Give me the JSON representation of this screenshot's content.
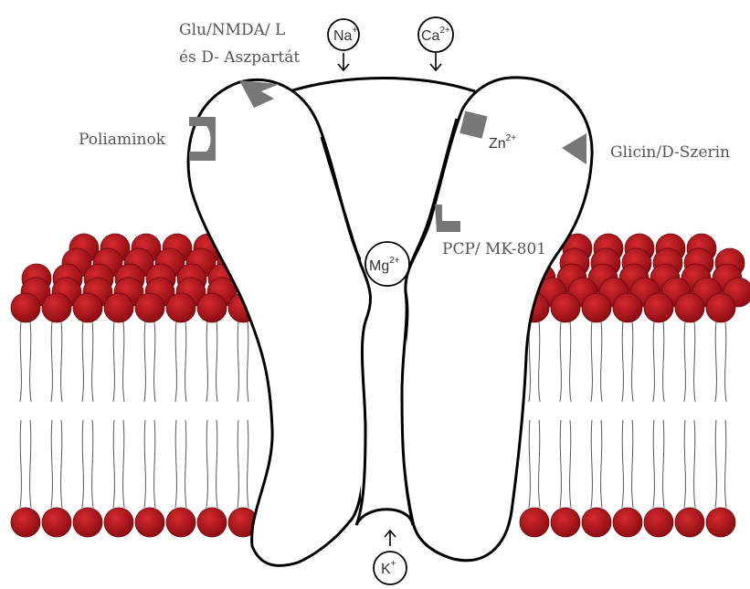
{
  "labels": {
    "glu_line1": "Glu/NMDA/ L",
    "glu_line2": "és D- Aszpartát",
    "poliaminok": "Poliaminok",
    "glicin": "Glicin/D-Szerin",
    "pcp": "PCP/ MK-801"
  },
  "ions": {
    "na": {
      "base": "Na",
      "charge": "+"
    },
    "ca": {
      "base": "Ca",
      "charge": "2+"
    },
    "zn": {
      "base": "Zn",
      "charge": "2+"
    },
    "mg": {
      "base": "Mg",
      "charge": "2+"
    },
    "k": {
      "base": "K",
      "charge": "+"
    }
  },
  "colors": {
    "lipid_head": "#b3131a",
    "binding_site": "#777777",
    "label_text": "#555555"
  }
}
